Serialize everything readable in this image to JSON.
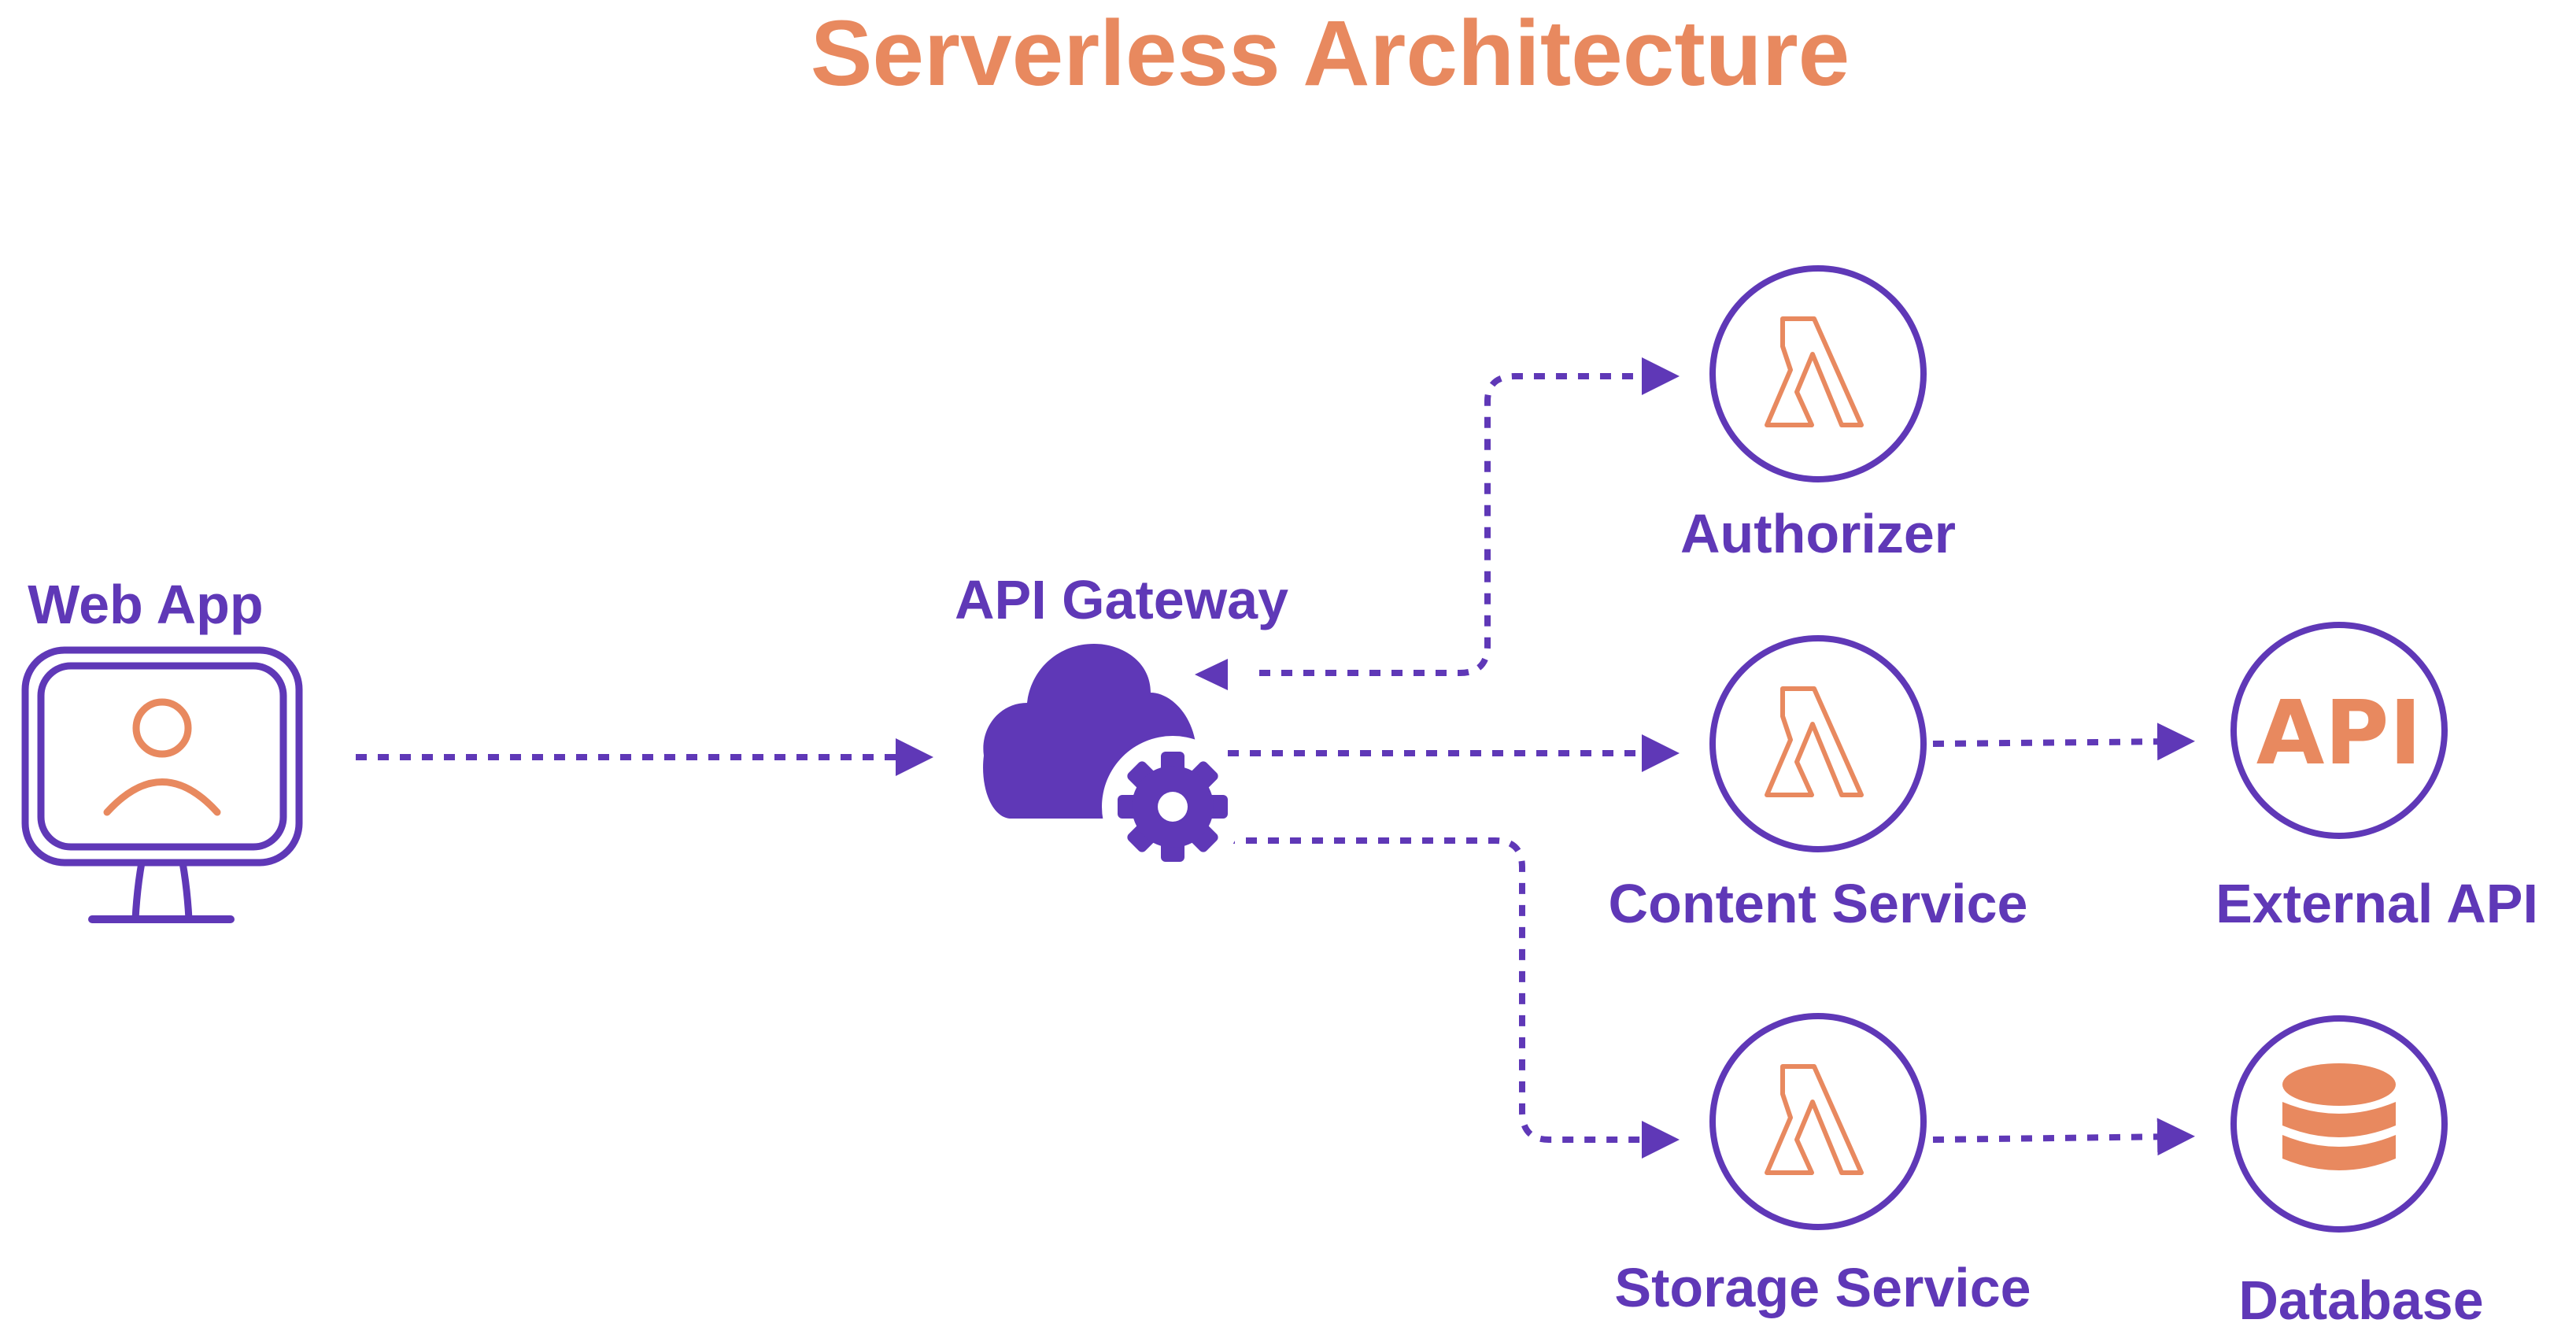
{
  "title": "Serverless Architecture",
  "colors": {
    "primary": "#5f38b7",
    "accent": "#e8895f",
    "background": "#ffffff"
  },
  "nodes": {
    "web_app": {
      "label": "Web App",
      "icon": "monitor-user-icon"
    },
    "api_gateway": {
      "label": "API Gateway",
      "icon": "cloud-gear-icon"
    },
    "authorizer": {
      "label": "Authorizer",
      "icon": "lambda-icon"
    },
    "content_service": {
      "label": "Content Service",
      "icon": "lambda-icon"
    },
    "storage_service": {
      "label": "Storage Service",
      "icon": "lambda-icon"
    },
    "external_api": {
      "label": "External API",
      "icon": "api-icon",
      "icon_text": "API"
    },
    "database": {
      "label": "Database",
      "icon": "database-icon"
    }
  },
  "edges": [
    {
      "from": "Web App",
      "to": "API Gateway"
    },
    {
      "from": "API Gateway",
      "to": "Authorizer"
    },
    {
      "from": "Authorizer",
      "to": "API Gateway"
    },
    {
      "from": "API Gateway",
      "to": "Content Service"
    },
    {
      "from": "API Gateway",
      "to": "Storage Service"
    },
    {
      "from": "Content Service",
      "to": "External API"
    },
    {
      "from": "Storage Service",
      "to": "Database"
    }
  ]
}
